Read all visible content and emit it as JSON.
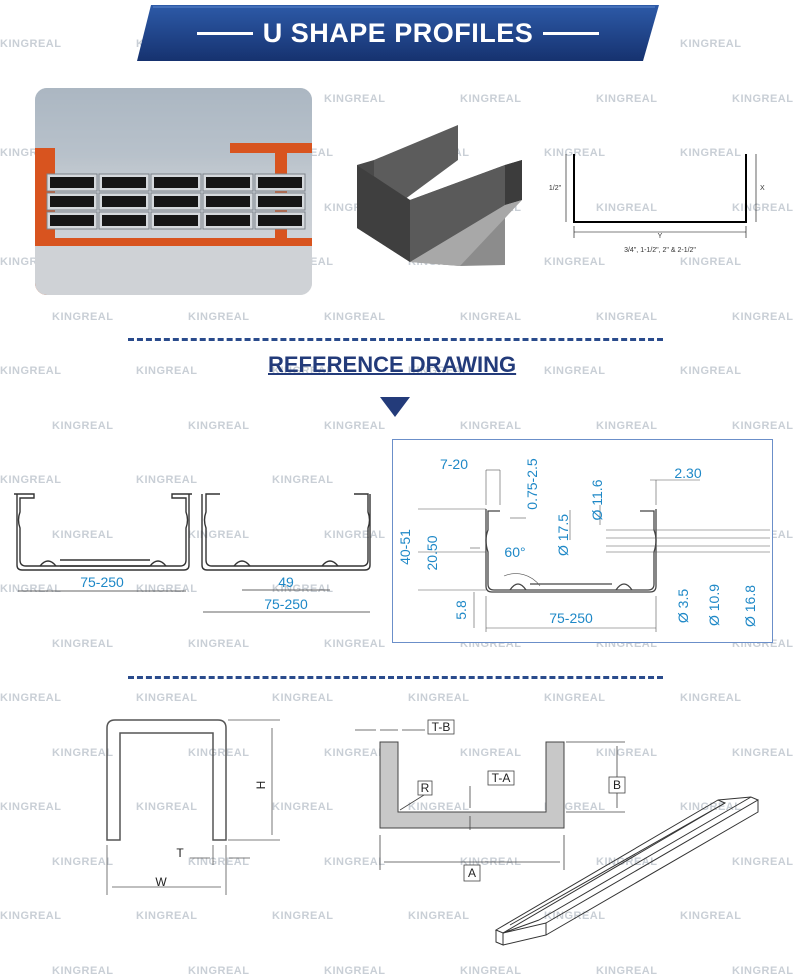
{
  "header": {
    "title": "U SHAPE PROFILES"
  },
  "watermark": "KINGREAL",
  "schematic": {
    "height_label": "1/2\"",
    "x_label": "X",
    "y_label": "Y",
    "width_label": "3/4\", 1-1/2\", 2\" & 2-1/2\""
  },
  "reference": {
    "title": "REFERENCE DRAWING"
  },
  "left_drawing": {
    "width": "75-250"
  },
  "middle_drawing": {
    "inner": "49",
    "width": "75-250"
  },
  "detail": {
    "d1": "7-20",
    "d2": "0.75-2.5",
    "d3": "Ø 11.6",
    "d4": "2.30",
    "d5": "40-51",
    "d6": "20.50",
    "d7": "Ø 17.5",
    "d8": "60°",
    "d9": "5.8",
    "d10": "75-250",
    "d11": "Ø 3.5",
    "d12": "Ø 10.9",
    "d13": "Ø 16.8"
  },
  "bottom_left": {
    "h": "H",
    "t": "T",
    "w": "W"
  },
  "bottom_mid": {
    "tb": "T-B",
    "r": "R",
    "ta": "T-A",
    "b": "B",
    "a": "A"
  },
  "colors": {
    "banner": "#1f3f86",
    "dash": "#2a4b8c",
    "dimension": "#1e88c7"
  }
}
